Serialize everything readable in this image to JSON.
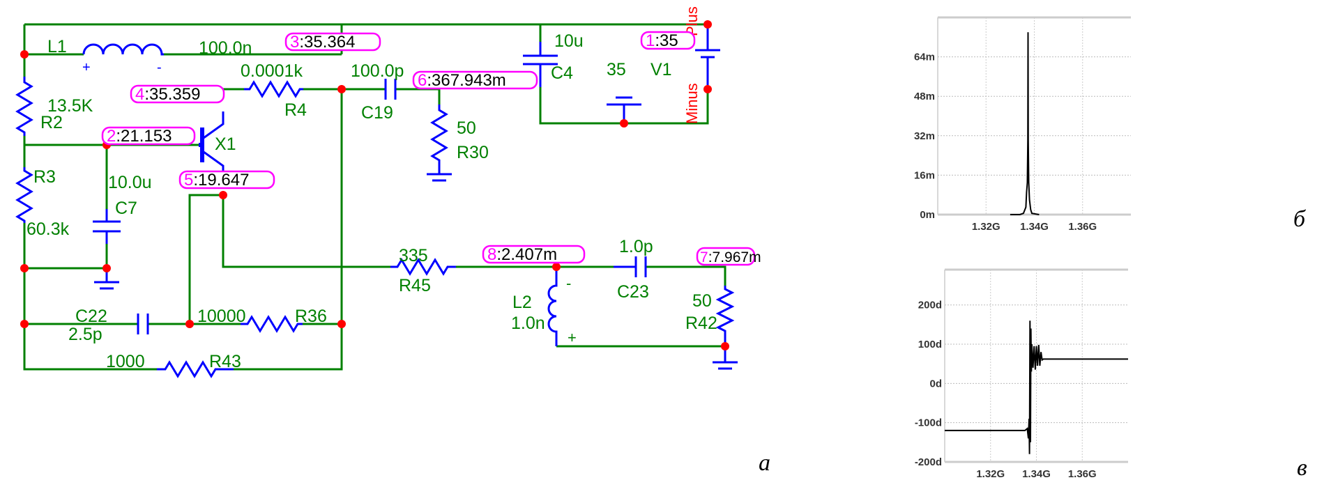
{
  "schematic": {
    "panel_label": "a",
    "components": {
      "L1": {
        "name": "L1",
        "value": "100.0n",
        "plus": "+",
        "minus": "-"
      },
      "R2": {
        "name": "R2",
        "value": "13.5K"
      },
      "R3": {
        "name": "R3",
        "value": "60.3k"
      },
      "C7": {
        "name": "C7",
        "value": "10.0u"
      },
      "R4": {
        "name": "R4",
        "value": "0.0001k"
      },
      "X1": {
        "name": "X1"
      },
      "C19": {
        "name": "C19",
        "value": "100.0p"
      },
      "R30": {
        "name": "R30",
        "value": "50"
      },
      "C4": {
        "name": "C4",
        "value": "10u"
      },
      "DC": {
        "value": "35"
      },
      "V1": {
        "name": "V1",
        "plus": "Plus",
        "minus": "Minus"
      },
      "C22": {
        "name": "C22",
        "value": "2.5p"
      },
      "R36": {
        "name": "R36",
        "value": "10000"
      },
      "R43": {
        "name": "R43",
        "value": "1000"
      },
      "R45": {
        "name": "R45",
        "value": "335"
      },
      "L2": {
        "name": "L2",
        "value": "1.0n",
        "plus": "+",
        "minus": "-"
      },
      "C23": {
        "name": "C23",
        "value": "1.0p"
      },
      "R42": {
        "name": "R42",
        "value": "50"
      }
    },
    "nodes": [
      {
        "num": "1",
        "value": "35"
      },
      {
        "num": "2",
        "value": "21.153"
      },
      {
        "num": "3",
        "value": "35.364"
      },
      {
        "num": "4",
        "value": "35.359"
      },
      {
        "num": "5",
        "value": "19.647"
      },
      {
        "num": "6",
        "value": "367.943m"
      },
      {
        "num": "7",
        "value": "7.967m"
      },
      {
        "num": "8",
        "value": "2.407m"
      }
    ],
    "colors": {
      "wire": "#008000",
      "component": "#0000ff",
      "junction": "#ff0000",
      "node_label": "#ff00ff"
    }
  },
  "chart_data": [
    {
      "type": "line",
      "panel_label": "б",
      "xlim": [
        1.3,
        1.38
      ],
      "ylim": [
        0,
        80
      ],
      "x_ticks": [
        "1.32G",
        "1.34G",
        "1.36G"
      ],
      "x_tick_values": [
        1.32,
        1.34,
        1.36
      ],
      "y_ticks": [
        "0m",
        "16m",
        "32m",
        "48m",
        "64m"
      ],
      "y_tick_values": [
        0,
        16,
        32,
        48,
        64
      ],
      "grid": true,
      "x": [
        1.33,
        1.334,
        1.3355,
        1.3365,
        1.3368,
        1.3371,
        1.3373,
        1.3374,
        1.3375,
        1.3377,
        1.338,
        1.3385,
        1.339,
        1.342
      ],
      "y": [
        0,
        0,
        0.5,
        3,
        9,
        13,
        30,
        74,
        30,
        13,
        6,
        2,
        0.5,
        0
      ]
    },
    {
      "type": "line",
      "panel_label": "в",
      "xlim": [
        1.3,
        1.38
      ],
      "ylim": [
        -200,
        290
      ],
      "x_ticks": [
        "1.32G",
        "1.34G",
        "1.36G"
      ],
      "x_tick_values": [
        1.32,
        1.34,
        1.36
      ],
      "y_ticks": [
        "-200d",
        "-100d",
        "0d",
        "100d",
        "200d"
      ],
      "y_tick_values": [
        -200,
        -100,
        0,
        100,
        200
      ],
      "grid": true,
      "x": [
        1.3,
        1.31,
        1.32,
        1.335,
        1.336,
        1.3365,
        1.3368,
        1.337,
        1.3372,
        1.3374,
        1.3376,
        1.3378,
        1.338,
        1.3385,
        1.339,
        1.3395,
        1.34,
        1.3405,
        1.341,
        1.3415,
        1.342,
        1.3425,
        1.343,
        1.35,
        1.36,
        1.37,
        1.38
      ],
      "y": [
        -120,
        -120,
        -120,
        -120,
        -115,
        -140,
        -90,
        -180,
        160,
        -150,
        140,
        30,
        100,
        40,
        95,
        35,
        95,
        45,
        98,
        45,
        80,
        60,
        62,
        62,
        62,
        62,
        62
      ]
    }
  ]
}
